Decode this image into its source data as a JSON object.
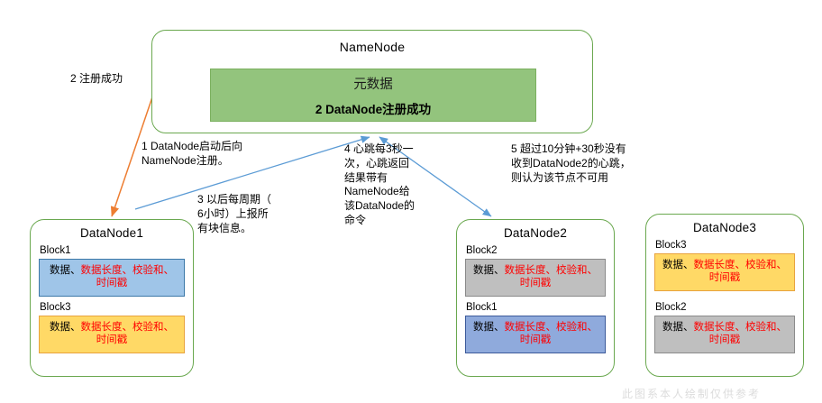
{
  "diagram": {
    "title_node": "NameNode",
    "metadata_box": {
      "line1": "元数据",
      "line2": "2 DataNode注册成功"
    },
    "datanodes": [
      {
        "title": "DataNode1",
        "blocks": [
          {
            "label": "Block1",
            "key": "数据、",
            "value": "数据长度、校验和、时间戳",
            "color": "#9fc5e8"
          },
          {
            "label": "Block3",
            "key": "数据、",
            "value": "数据长度、校验和、时间戳",
            "color": "#ffd966"
          }
        ]
      },
      {
        "title": "DataNode2",
        "blocks": [
          {
            "label": "Block2",
            "key": "数据、",
            "value": "数据长度、校验和、时间戳",
            "color": "#bfbfbf"
          },
          {
            "label": "Block1",
            "key": "数据、",
            "value": "数据长度、校验和、时间戳",
            "color": "#8faadc"
          }
        ]
      },
      {
        "title": "DataNode3",
        "blocks": [
          {
            "label": "Block3",
            "key": "数据、",
            "value": "数据长度、校验和、时间戳",
            "color": "#ffd966"
          },
          {
            "label": "Block2",
            "key": "数据、",
            "value": "数据长度、校验和、时间戳",
            "color": "#bfbfbf"
          }
        ]
      }
    ],
    "annotations": {
      "step2": "2 注册成功",
      "step1": "1 DataNode启动后向\nNameNode注册。",
      "step3": "3 以后每周期（\n6小时）上报所\n有块信息。",
      "step4": "4 心跳每3秒一\n次，心跳返回\n结果带有\nNameNode给\n该DataNode的\n命令",
      "step5": "5 超过10分钟+30秒没有\n收到DataNode2的心跳，\n则认为该节点不可用"
    },
    "watermark": "此图系本人绘制仅供参考",
    "colors": {
      "node_border": "#6aa84f",
      "metadata_fill": "#93c47d",
      "arrow_orange": "#ed7d31",
      "arrow_blue": "#5b9bd5",
      "value_text": "#ff0000"
    }
  }
}
